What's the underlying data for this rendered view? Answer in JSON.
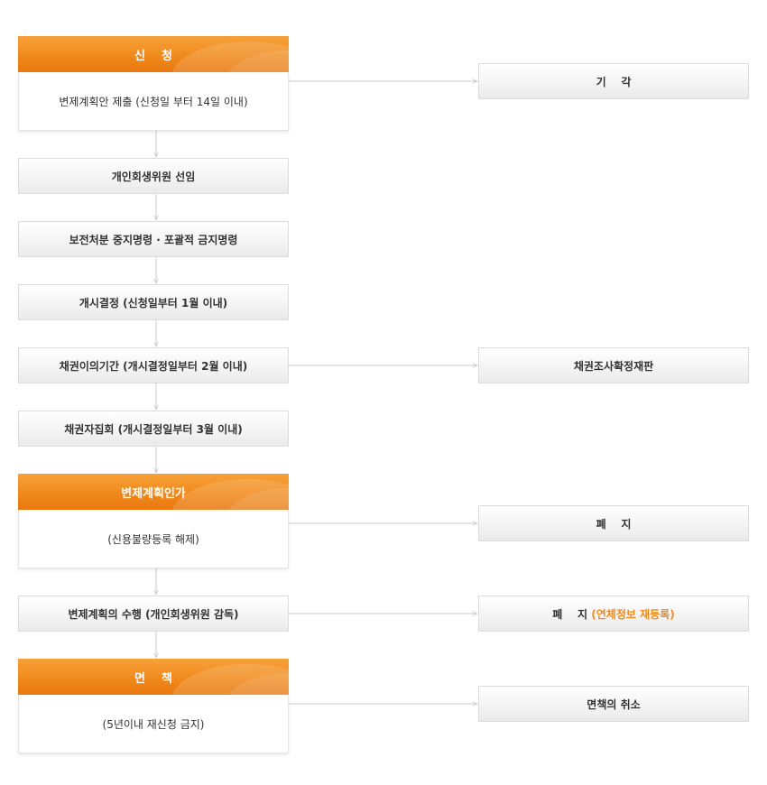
{
  "nodes": {
    "apply": {
      "header": "신    청",
      "body": "변제계획안 제출 (신청일 부터 14일 이내)"
    },
    "appoint": "개인회생위원 선임",
    "preserve": "보전처분 중지명령 · 포괄적 금지명령",
    "commence": "개시결정 (신청일부터 1월 이내)",
    "objection": "채권이의기간 (개시결정일부터 2월 이내)",
    "creditors": "채권자집회 (개시결정일부터 3월 이내)",
    "approval": {
      "header": "변제계획인가",
      "body": "(신용불량등록 해제)"
    },
    "execution": "변제계획의 수행 (개인회생위원 감독)",
    "discharge": {
      "header": "면    책",
      "body": "(5년이내 재신청 금지)"
    }
  },
  "outcomes": {
    "dismissal": "기    각",
    "claim_review": "채권조사확정재판",
    "abolition": "폐    지",
    "abolition_reg_prefix": "폐    지 ",
    "abolition_reg_highlight": "(연체정보 재등록)",
    "discharge_cancel": "면책의 취소"
  },
  "colors": {
    "accent_orange": "#f08a1c",
    "connector_gray": "#c8c8c8",
    "box_border": "#dcdcdc"
  }
}
